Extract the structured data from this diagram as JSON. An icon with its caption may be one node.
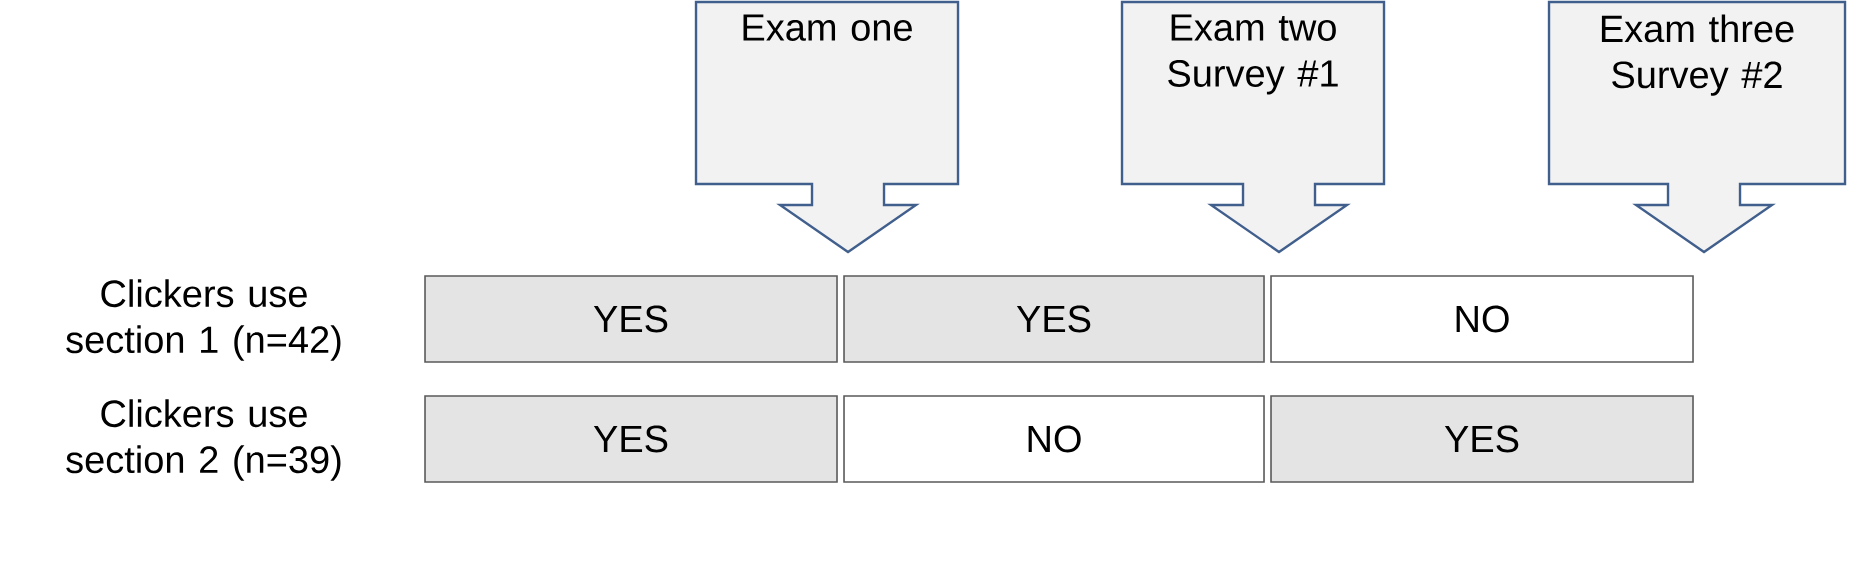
{
  "diagram": {
    "nodes": [
      {
        "text": [
          "Exam one"
        ]
      },
      {
        "text": [
          "Exam two Survey #1"
        ]
      },
      {
        "text": [
          "Exam three Survey #2"
        ]
      },
      {
        "text": [
          "YES"
        ]
      },
      {
        "text": [
          "YES"
        ]
      },
      {
        "text": [
          "NO"
        ]
      },
      {
        "text": [
          "YES"
        ]
      },
      {
        "text": [
          "NO"
        ]
      },
      {
        "text": [
          "YES"
        ]
      }
    ],
    "labels": [
      "Clickers use section 1 (n=42)",
      "Clickers use section 2 (n=39)"
    ]
  }
}
